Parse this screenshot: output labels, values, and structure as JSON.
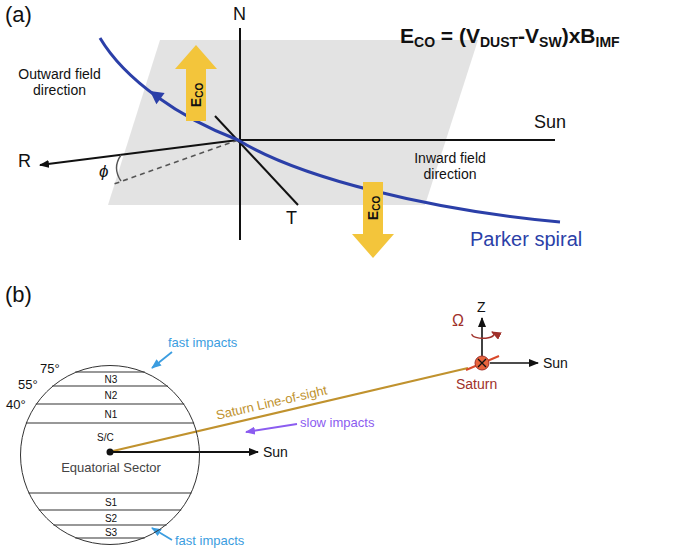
{
  "diagram": {
    "nodes": [
      {
        "text": [
          "E",
          "CO"
        ]
      },
      {
        "text": [
          "E",
          "CO"
        ]
      },
      {
        "text": [
          "S/C",
          "Equatorial Sector"
        ]
      },
      {
        "text": [
          "N3"
        ],
        "in": 2
      },
      {
        "text": [
          "N2"
        ],
        "in": 2
      },
      {
        "text": [
          "N1"
        ],
        "in": 2
      },
      {
        "text": [
          "S1"
        ],
        "in": 2
      },
      {
        "text": [
          "S2"
        ],
        "in": 2
      },
      {
        "text": [
          "S3"
        ],
        "in": 2
      }
    ],
    "labels": [
      "(a)",
      "E",
      "CO",
      " = (",
      "V",
      "DUST",
      "-",
      "V",
      "SW",
      ")x",
      "B",
      "IMF",
      "N",
      "Sun",
      "R",
      "T",
      "ϕ",
      "Outward field direction",
      "Inward field direction",
      "Parker spiral",
      "(b)",
      "75°",
      "55°",
      "40°",
      "fast impacts",
      "fast impacts",
      "slow impacts",
      "Saturn Line-of-sight",
      "Sun",
      "Z",
      "Ω",
      "Sun",
      "Saturn"
    ]
  }
}
